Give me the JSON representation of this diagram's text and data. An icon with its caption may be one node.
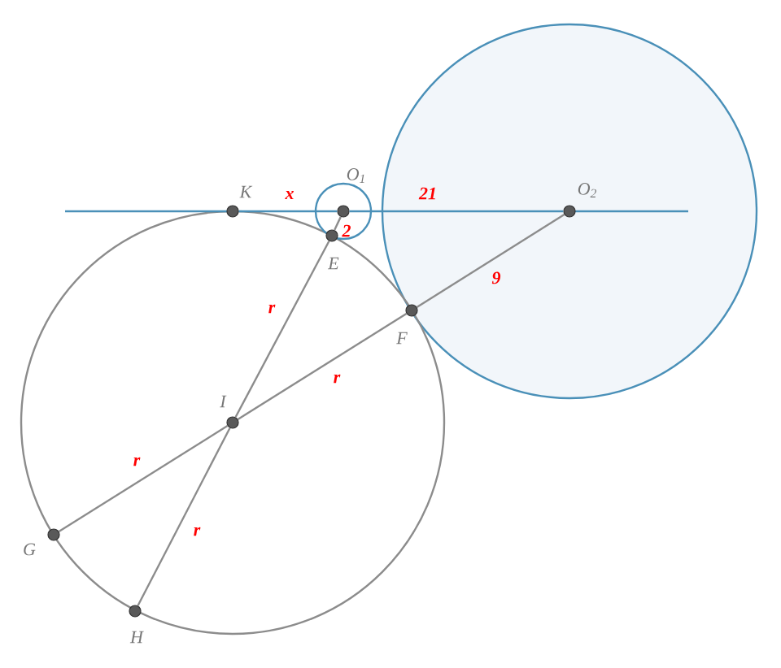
{
  "diagram": {
    "nodes": [
      {
        "text": [
          "K"
        ]
      },
      {
        "text": [
          "O$_{1}$"
        ]
      },
      {
        "text": [
          "O$_{2}$"
        ]
      },
      {
        "text": [
          "E"
        ]
      },
      {
        "text": [
          "F"
        ]
      },
      {
        "text": [
          "I"
        ]
      },
      {
        "text": [
          "G"
        ]
      },
      {
        "text": [
          "H"
        ]
      }
    ],
    "edges": [
      {
        "from": 0,
        "to": 1,
        "arrow": "none",
        "label": "x",
        "color": "#4a90b8"
      },
      {
        "from": 1,
        "to": 2,
        "arrow": "none",
        "label": "21",
        "color": "#4a90b8"
      },
      {
        "from": 1,
        "to": 3,
        "arrow": "none",
        "label": "2"
      },
      {
        "from": 3,
        "to": 5,
        "arrow": "none",
        "label": "r"
      },
      {
        "from": 5,
        "to": 7,
        "arrow": "none",
        "label": "r"
      },
      {
        "from": 6,
        "to": 5,
        "arrow": "none",
        "label": "r"
      },
      {
        "from": 5,
        "to": 4,
        "arrow": "none",
        "label": "r"
      },
      {
        "from": 4,
        "to": 2,
        "arrow": "none",
        "label": "9"
      }
    ]
  }
}
